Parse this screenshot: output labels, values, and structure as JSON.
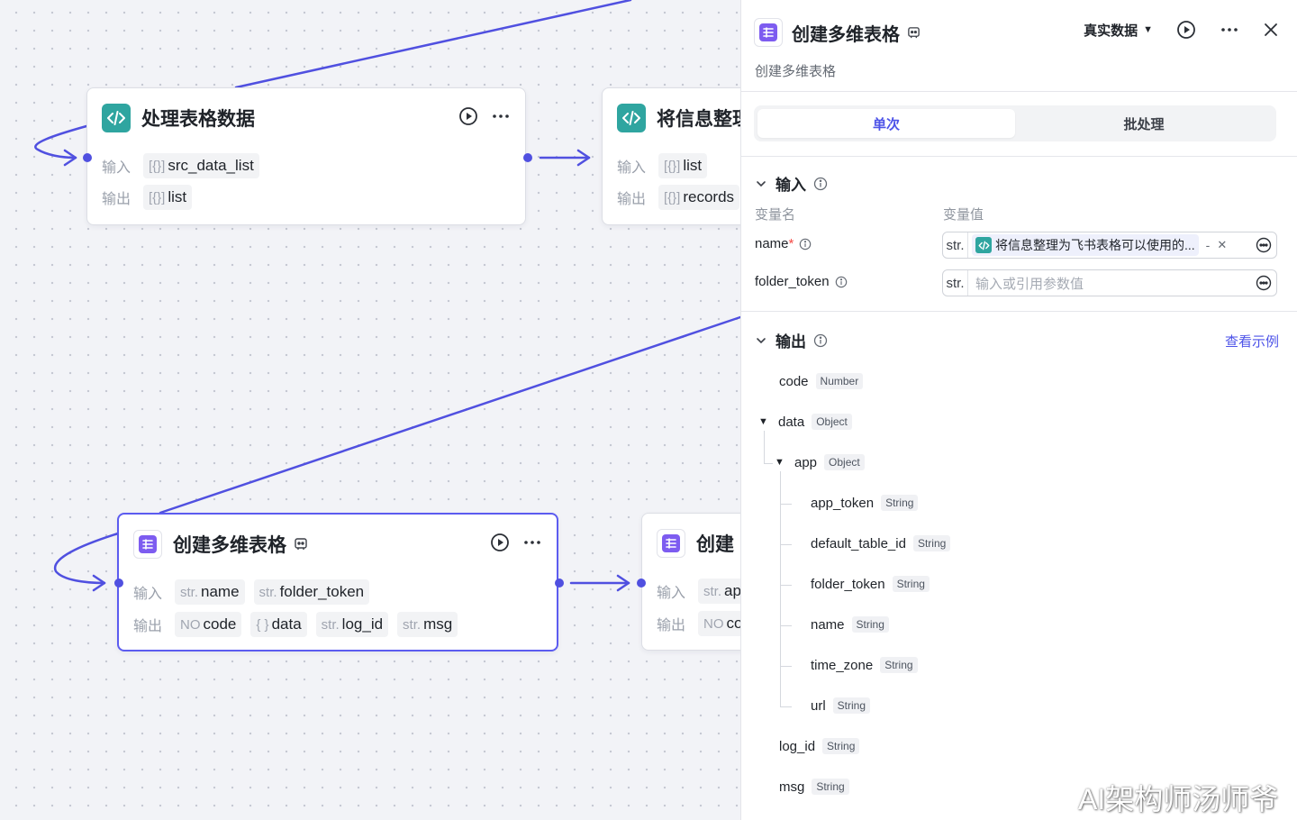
{
  "canvas": {
    "node_process": {
      "title": "处理表格数据",
      "input_label": "输入",
      "output_label": "输出",
      "input_var": "src_data_list",
      "input_type": "[{}]",
      "output_var": "list",
      "output_type": "[{}]"
    },
    "node_format": {
      "title": "将信息整理",
      "input_label": "输入",
      "output_label": "输出",
      "input_var": "list",
      "input_type": "[{}]",
      "output_var": "records",
      "output_type": "[{}]"
    },
    "node_create": {
      "title": "创建多维表格",
      "input_label": "输入",
      "output_label": "输出",
      "inputs": [
        {
          "type": "str.",
          "name": "name"
        },
        {
          "type": "str.",
          "name": "folder_token"
        }
      ],
      "outputs": [
        {
          "type": "NO",
          "name": "code"
        },
        {
          "type": "{ }",
          "name": "data"
        },
        {
          "type": "str.",
          "name": "log_id"
        },
        {
          "type": "str.",
          "name": "msg"
        }
      ]
    },
    "node_create2": {
      "title": "创建",
      "input_label": "输入",
      "output_label": "输出",
      "input_type": "str.",
      "input_var": "ap",
      "output_type": "NO",
      "output_var": "co"
    }
  },
  "panel": {
    "title": "创建多维表格",
    "data_mode": "真实数据",
    "subtitle": "创建多维表格",
    "tabs": [
      "单次",
      "批处理"
    ],
    "input_section": {
      "title": "输入",
      "col_name": "变量名",
      "col_value": "变量值",
      "params": [
        {
          "name": "name",
          "required": true,
          "type": "str.",
          "ref_text": "将信息整理为飞书表格可以使用的...",
          "ref_suffix": "-"
        },
        {
          "name": "folder_token",
          "required": false,
          "type": "str.",
          "placeholder": "输入或引用参数值"
        }
      ]
    },
    "output_section": {
      "title": "输出",
      "view_example": "查看示例",
      "fields": [
        {
          "name": "code",
          "type": "Number"
        },
        {
          "name": "data",
          "type": "Object"
        },
        {
          "name": "app",
          "type": "Object"
        },
        {
          "name": "app_token",
          "type": "String"
        },
        {
          "name": "default_table_id",
          "type": "String"
        },
        {
          "name": "folder_token",
          "type": "String"
        },
        {
          "name": "name",
          "type": "String"
        },
        {
          "name": "time_zone",
          "type": "String"
        },
        {
          "name": "url",
          "type": "String"
        },
        {
          "name": "log_id",
          "type": "String"
        },
        {
          "name": "msg",
          "type": "String"
        }
      ]
    }
  },
  "watermark": "AI架构师汤师爷",
  "colors": {
    "accent": "#4d53e8",
    "edge": "#5050e0",
    "code_icon": "#2fa5a0",
    "table_icon": "#7d5cf0"
  }
}
